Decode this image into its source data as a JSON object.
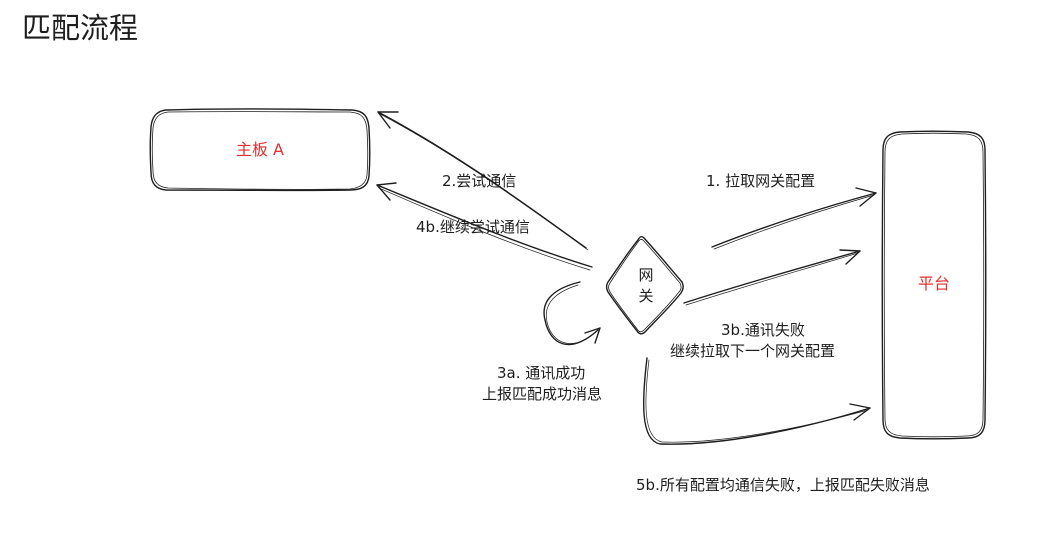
{
  "page": {
    "title": "匹配流程"
  },
  "nodes": {
    "board": {
      "label": "主板 A"
    },
    "platform": {
      "label": "平台"
    },
    "gateway": {
      "line1": "网",
      "line2": "关"
    }
  },
  "edges": {
    "pull_config": "1. 拉取网关配置",
    "try_comm": "2.尝试通信",
    "success_line1": "3a. 通讯成功",
    "success_line2": "上报匹配成功消息",
    "fail_line1": "3b.通讯失败",
    "fail_line2": "继续拉取下一个网关配置",
    "retry_comm": "4b.继续尝试通信",
    "all_fail": "5b.所有配置均通信失败，上报匹配失败消息"
  },
  "colors": {
    "stroke": "#1e1e1e",
    "node_text": "#e03131",
    "background": "#ffffff"
  }
}
